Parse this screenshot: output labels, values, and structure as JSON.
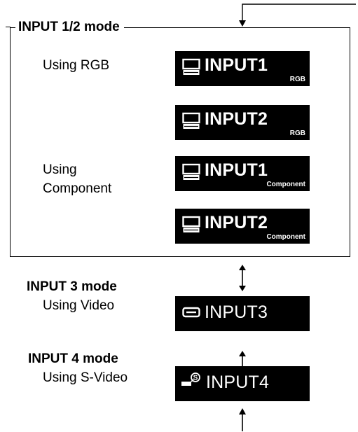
{
  "input12": {
    "title": "INPUT 1/2 mode",
    "rgb_label": "Using RGB",
    "component_label_1": "Using",
    "component_label_2": "Component",
    "boxes": [
      {
        "main": "INPUT1",
        "sub": "RGB",
        "icon": "computer-icon"
      },
      {
        "main": "INPUT2",
        "sub": "RGB",
        "icon": "computer-icon"
      },
      {
        "main": "INPUT1",
        "sub": "Component",
        "icon": "computer-icon"
      },
      {
        "main": "INPUT2",
        "sub": "Component",
        "icon": "computer-icon"
      }
    ]
  },
  "input3": {
    "title": "INPUT 3 mode",
    "label": "Using Video",
    "box": {
      "main": "INPUT3",
      "icon": "video-icon"
    }
  },
  "input4": {
    "title": "INPUT 4 mode",
    "label": "Using S-Video",
    "box": {
      "main": "INPUT4",
      "icon": "s-video-icon"
    }
  },
  "colors": {
    "osd_background": "#000000",
    "osd_text": "#ffffff",
    "line": "#000000"
  }
}
